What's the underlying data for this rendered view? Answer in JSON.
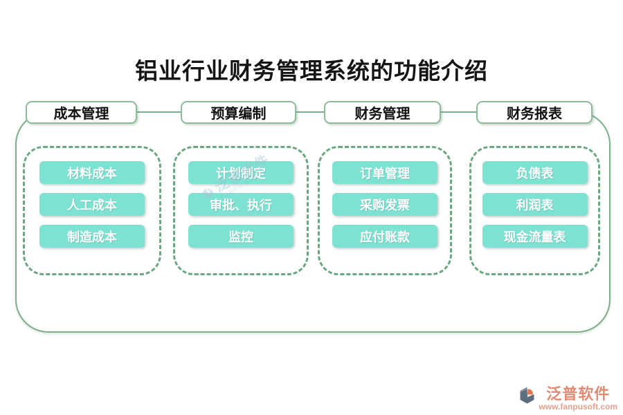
{
  "title": "铝业行业财务管理系统的功能介绍",
  "columns": [
    {
      "tab": "成本管理",
      "items": [
        "材料成本",
        "人工成本",
        "制造成本"
      ]
    },
    {
      "tab": "预算编制",
      "items": [
        "计划制定",
        "审批、执行",
        "监控"
      ]
    },
    {
      "tab": "财务管理",
      "items": [
        "订单管理",
        "采购发票",
        "应付账款"
      ]
    },
    {
      "tab": "财务报表",
      "items": [
        "负债表",
        "利润表",
        "现金流量表"
      ]
    }
  ],
  "watermark": {
    "text": "泛普软件",
    "subtext": "FANPU SOFT"
  },
  "brand": {
    "name": "泛普软件",
    "url": "www.fanpusoft.com"
  },
  "colors": {
    "outline_green": "#7cae8a",
    "tab_border_green": "#8cbb97",
    "dashed_green": "#69a77f",
    "button_teal": "#7de2d1",
    "button_text": "#ffffff",
    "brand_salmon": "#e08a72",
    "title_black": "#151515"
  }
}
